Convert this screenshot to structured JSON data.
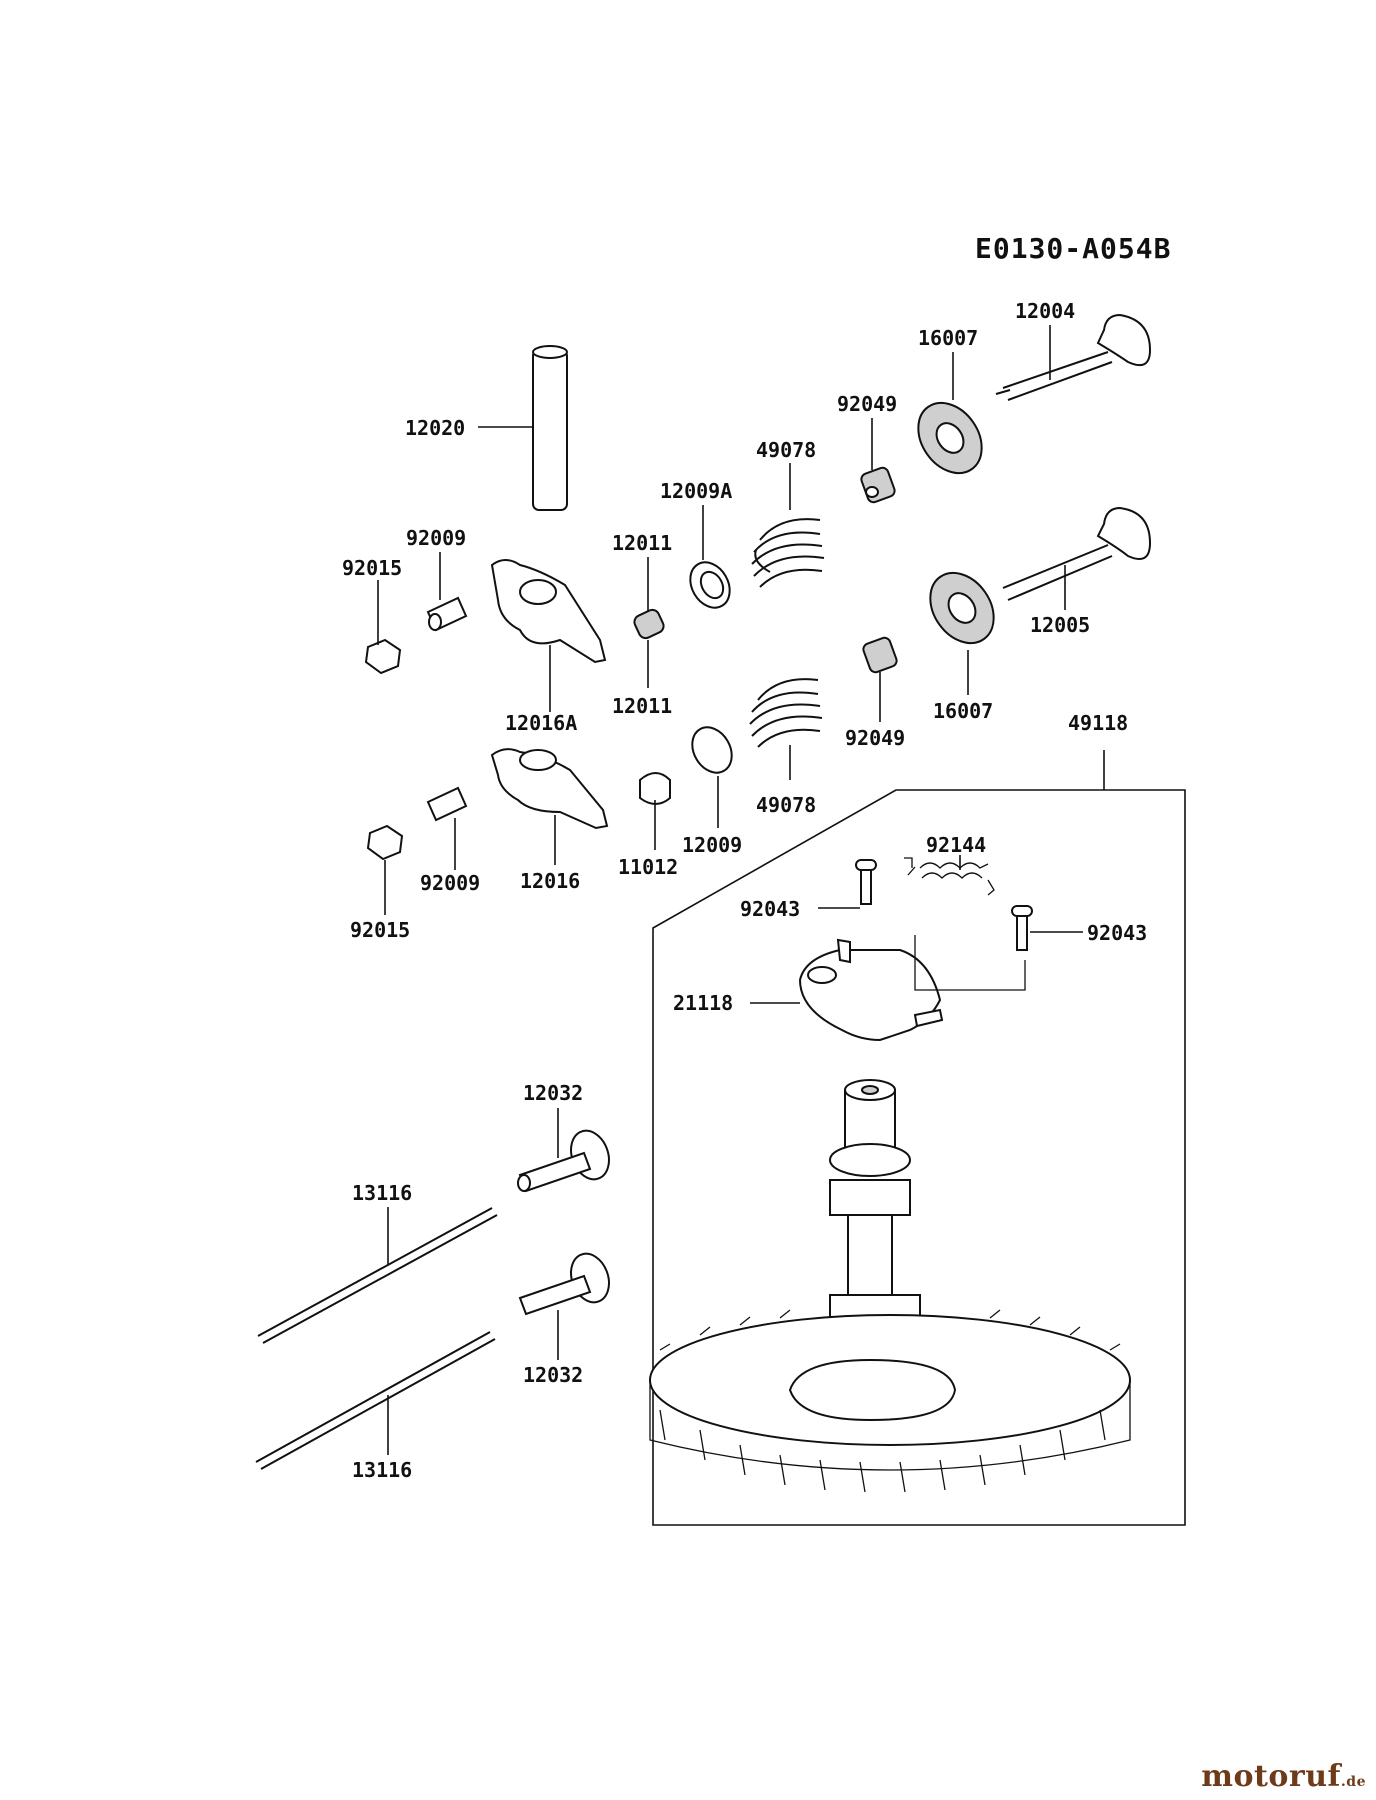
{
  "diagram_code": "E0130-A054B",
  "watermark": {
    "name": "motoruf",
    "tld": ".de",
    "color": "#6f3a1a"
  },
  "parts": [
    {
      "id": "p12004",
      "number": "12004",
      "name": "valve"
    },
    {
      "id": "p16007a",
      "number": "16007",
      "name": "valve-spring-retainer"
    },
    {
      "id": "p92049a",
      "number": "92049",
      "name": "valve-stem-seal"
    },
    {
      "id": "p49078a",
      "number": "49078",
      "name": "valve-spring"
    },
    {
      "id": "p12009A",
      "number": "12009A",
      "name": "spring-seat"
    },
    {
      "id": "p12011a",
      "number": "12011",
      "name": "collet"
    },
    {
      "id": "p12020",
      "number": "12020",
      "name": "rocker-shaft"
    },
    {
      "id": "p92009a",
      "number": "92009",
      "name": "adjusting-screw"
    },
    {
      "id": "p92015a",
      "number": "92015",
      "name": "nut"
    },
    {
      "id": "p12016A",
      "number": "12016A",
      "name": "rocker-arm"
    },
    {
      "id": "p12011b",
      "number": "12011",
      "name": "collet"
    },
    {
      "id": "p12005",
      "number": "12005",
      "name": "valve"
    },
    {
      "id": "p16007b",
      "number": "16007",
      "name": "valve-spring-retainer"
    },
    {
      "id": "p92049b",
      "number": "92049",
      "name": "valve-stem-seal"
    },
    {
      "id": "p49118",
      "number": "49118",
      "name": "camshaft-assembly"
    },
    {
      "id": "p49078b",
      "number": "49078",
      "name": "valve-spring"
    },
    {
      "id": "p12009",
      "number": "12009",
      "name": "spring-seat"
    },
    {
      "id": "p11012",
      "number": "11012",
      "name": "cap"
    },
    {
      "id": "p12016",
      "number": "12016",
      "name": "rocker-arm"
    },
    {
      "id": "p92009b",
      "number": "92009",
      "name": "adjusting-screw"
    },
    {
      "id": "p92015b",
      "number": "92015",
      "name": "nut"
    },
    {
      "id": "p92144",
      "number": "92144",
      "name": "spring"
    },
    {
      "id": "p92043a",
      "number": "92043",
      "name": "pin"
    },
    {
      "id": "p92043b",
      "number": "92043",
      "name": "pin"
    },
    {
      "id": "p21118",
      "number": "21118",
      "name": "decompression-weight"
    },
    {
      "id": "p12032a",
      "number": "12032",
      "name": "tappet"
    },
    {
      "id": "p13116a",
      "number": "13116",
      "name": "push-rod"
    },
    {
      "id": "p12032b",
      "number": "12032",
      "name": "tappet"
    },
    {
      "id": "p13116b",
      "number": "13116",
      "name": "push-rod"
    }
  ]
}
